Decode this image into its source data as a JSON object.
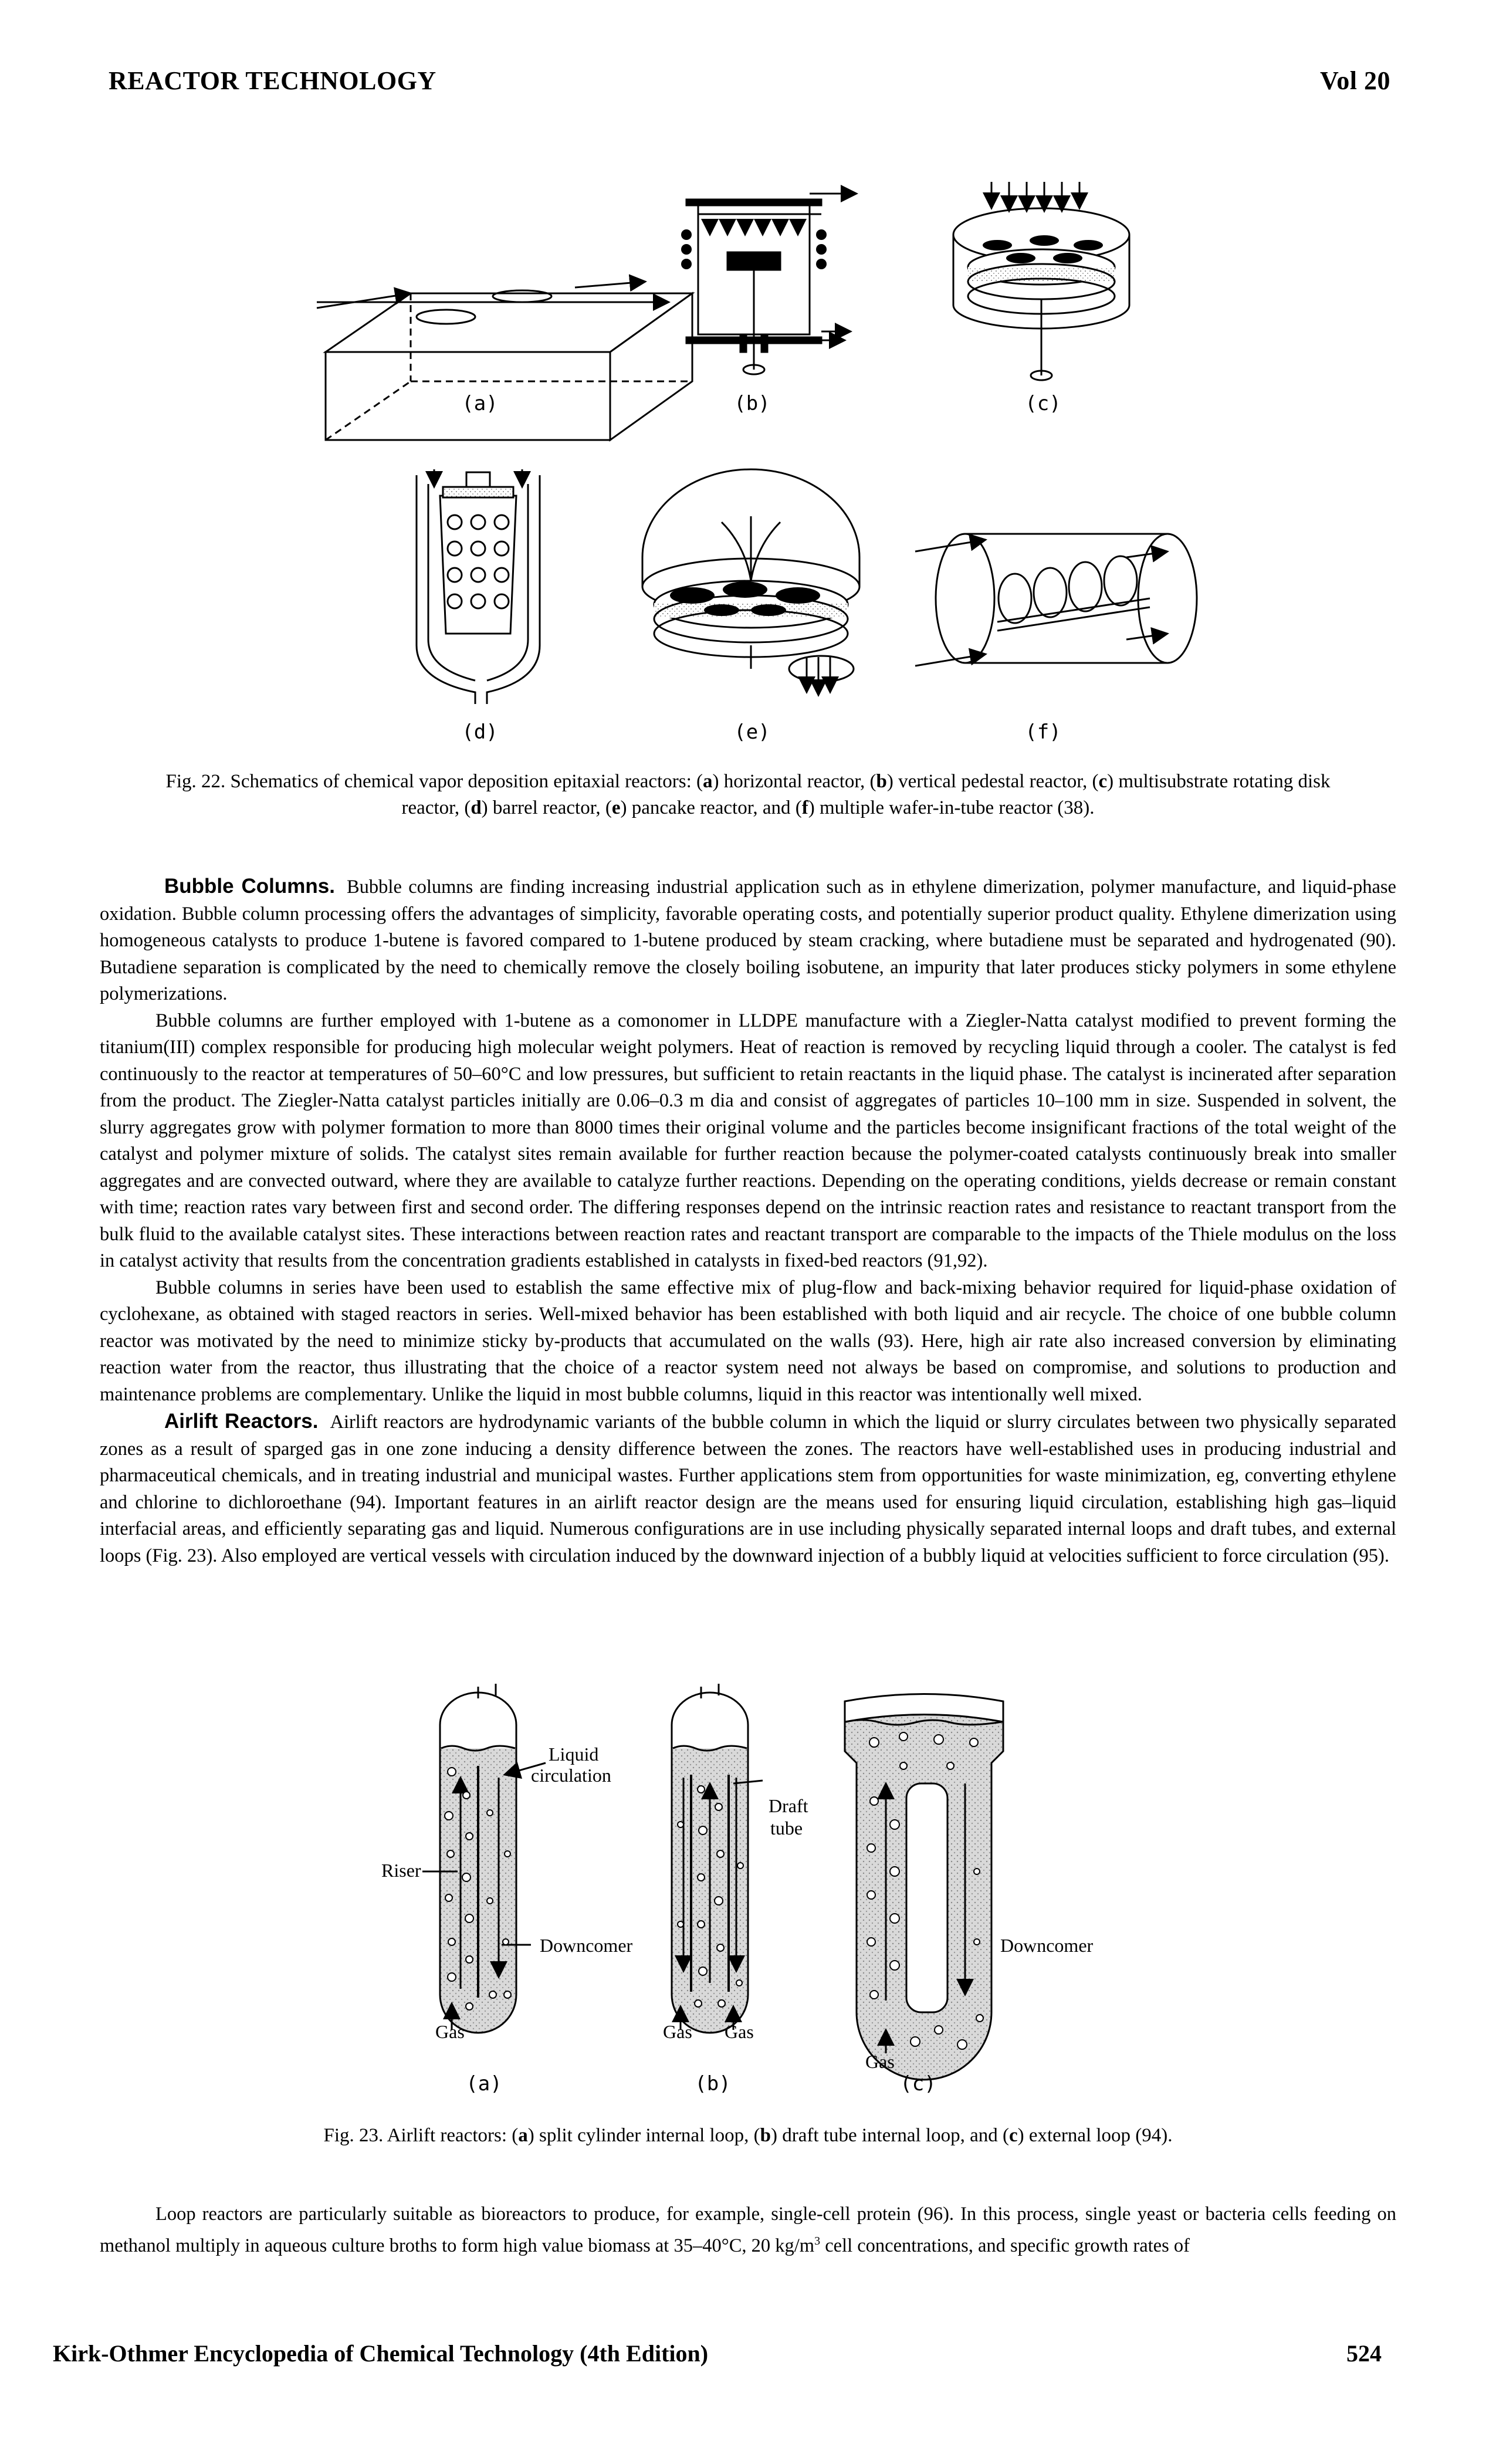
{
  "header": {
    "left": "REACTOR TECHNOLOGY",
    "right": "Vol 20"
  },
  "fig22": {
    "panels": [
      "(a)",
      "(b)",
      "(c)",
      "(d)",
      "(e)",
      "(f)"
    ],
    "caption_parts": {
      "prefix": "Fig. 22. Schematics of chemical vapor deposition epitaxial reactors: (",
      "a": "a",
      "t1": ") horizontal reactor, (",
      "b": "b",
      "t2": ") vertical pedestal reactor, (",
      "c": "c",
      "t3": ") multisubstrate rotating disk reactor, (",
      "d": "d",
      "t4": ") barrel reactor, (",
      "e": "e",
      "t5": ") pancake reactor, and (",
      "f": "f",
      "t6": ") multiple wafer-in-tube reactor (38)."
    }
  },
  "bubble_columns": {
    "heading": "Bubble Columns.",
    "p1": "Bubble columns are finding increasing industrial application such as in ethylene dimerization, polymer manufacture, and liquid-phase oxidation. Bubble column processing offers the advantages of simplicity, favorable operating costs, and potentially superior product quality. Ethylene dimerization using homogeneous catalysts to produce 1-butene is favored compared to 1-butene produced by steam cracking, where butadiene must be separated and hydrogenated (90). Butadiene separation is complicated by the need to chemically remove the closely boiling isobutene, an impurity that later produces sticky polymers in some ethylene polymerizations.",
    "p2": "Bubble columns are further employed with 1-butene as a comonomer in LLDPE manufacture with a Ziegler-Natta catalyst modified to prevent forming the titanium(III) complex responsible for producing high molecular weight polymers. Heat of reaction is removed by recycling liquid through a cooler. The catalyst is fed continuously to the reactor at temperatures of 50–60°C and low pressures, but sufficient to retain reactants in the liquid phase. The catalyst is incinerated after separation from the product. The Ziegler-Natta catalyst particles initially are 0.06–0.3 m dia and consist of aggregates of particles 10–100 mm in size. Suspended in solvent, the slurry aggregates grow with polymer formation to more than 8000 times their original volume and the particles become insignificant fractions of the total weight of the catalyst and polymer mixture of solids. The catalyst sites remain available for further reaction because the polymer-coated catalysts continuously break into smaller aggregates and are convected outward, where they are available to catalyze further reactions. Depending on the operating conditions, yields decrease or remain constant with time; reaction rates vary between first and second order. The differing responses depend on the intrinsic reaction rates and resistance to reactant transport from the bulk fluid to the available catalyst sites. These interactions between reaction rates and reactant transport are comparable to the impacts of the Thiele modulus on the loss in catalyst activity that results from the concentration gradients established in catalysts in fixed-bed reactors (91,92).",
    "p3": "Bubble columns in series have been used to establish the same effective mix of plug-flow and back-mixing behavior required for liquid-phase oxidation of cyclohexane, as obtained with staged reactors in series. Well-mixed behavior has been established with both liquid and air recycle. The choice of one bubble column reactor was motivated by the need to minimize sticky by-products that accumulated on the walls (93). Here, high air rate also increased conversion by eliminating reaction water from the reactor, thus illustrating that the choice of a reactor system need not always be based on compromise, and solutions to production and maintenance problems are complementary. Unlike the liquid in most bubble columns, liquid in this reactor was intentionally well mixed."
  },
  "airlift": {
    "heading": "Airlift Reactors.",
    "p1": "Airlift reactors are hydrodynamic variants of the bubble column in which the liquid or slurry circulates between two physically separated zones as a result of sparged gas in one zone inducing a density difference between the zones. The reactors have well-established uses in producing industrial and pharmaceutical chemicals, and in treating industrial and municipal wastes. Further applications stem from opportunities for waste minimization, eg, converting ethylene and chlorine to dichloroethane (94). Important features in an airlift reactor design are the means used for ensuring liquid circulation, establishing high gas–liquid interfacial areas, and efficiently separating gas and liquid. Numerous configurations are in use including physically separated internal loops and draft tubes, and external loops (Fig. 23). Also employed are vertical vessels with circulation induced by the downward injection of a bubbly liquid at velocities sufficient to force circulation (95)."
  },
  "fig23": {
    "labels": {
      "liquid": "Liquid",
      "circulation": "circulation",
      "riser": "Riser",
      "downcomer_a": "Downcomer",
      "gas_a": "Gas",
      "draft": "Draft",
      "tube": "tube",
      "gas_b1": "Gas",
      "gas_b2": "Gas",
      "downcomer_c": "Downcomer",
      "gas_c": "Gas"
    },
    "panels": [
      "(a)",
      "(b)",
      "(c)"
    ],
    "caption_parts": {
      "prefix": "Fig. 23. Airlift reactors: (",
      "a": "a",
      "t1": ") split cylinder internal loop, (",
      "b": "b",
      "t2": ") draft tube internal loop, and (",
      "c": "c",
      "t3": ") external loop (94)."
    }
  },
  "loop": {
    "p1_before": "Loop reactors are particularly suitable as bioreactors to produce, for example, single-cell protein (96). In this process, single yeast or bacteria cells feeding on methanol multiply in aqueous culture broths to form high value biomass at 35–40°C, 20 kg/m",
    "p1_sup": "3",
    "p1_after": " cell concentrations, and specific growth rates of"
  },
  "footer": {
    "left": "Kirk-Othmer Encyclopedia of Chemical Technology (4th Edition)",
    "right": "524"
  }
}
